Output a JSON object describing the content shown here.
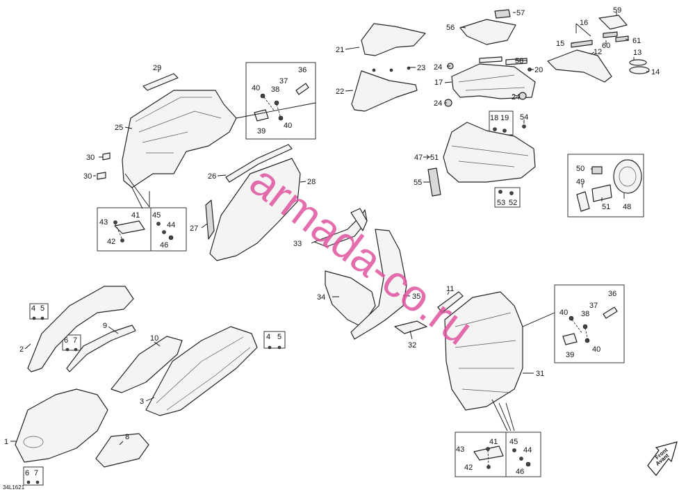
{
  "diagram": {
    "drawing_code": "34L1621",
    "watermark": "armada-co.ru",
    "front_badge": {
      "line1": "Front",
      "line2": "Avant"
    }
  },
  "callouts": [
    {
      "id": "c1",
      "text": "1"
    },
    {
      "id": "c2",
      "text": "2"
    },
    {
      "id": "c3",
      "text": "3"
    },
    {
      "id": "c4a",
      "text": "4"
    },
    {
      "id": "c5a",
      "text": "5"
    },
    {
      "id": "c6a",
      "text": "6"
    },
    {
      "id": "c7a",
      "text": "7"
    },
    {
      "id": "c4b",
      "text": "4"
    },
    {
      "id": "c5b",
      "text": "5"
    },
    {
      "id": "c6b",
      "text": "6"
    },
    {
      "id": "c7b",
      "text": "7"
    },
    {
      "id": "c8",
      "text": "8"
    },
    {
      "id": "c9",
      "text": "9"
    },
    {
      "id": "c10",
      "text": "10"
    },
    {
      "id": "c11",
      "text": "11"
    },
    {
      "id": "c12",
      "text": "12"
    },
    {
      "id": "c13",
      "text": "13"
    },
    {
      "id": "c14",
      "text": "14"
    },
    {
      "id": "c15",
      "text": "15"
    },
    {
      "id": "c16",
      "text": "16"
    },
    {
      "id": "c17",
      "text": "17"
    },
    {
      "id": "c18",
      "text": "18"
    },
    {
      "id": "c19",
      "text": "19"
    },
    {
      "id": "c20",
      "text": "20"
    },
    {
      "id": "c21",
      "text": "21"
    },
    {
      "id": "c22",
      "text": "22"
    },
    {
      "id": "c23",
      "text": "23"
    },
    {
      "id": "c24a",
      "text": "24"
    },
    {
      "id": "c24b",
      "text": "24"
    },
    {
      "id": "c24c",
      "text": "24"
    },
    {
      "id": "c25",
      "text": "25"
    },
    {
      "id": "c26",
      "text": "26"
    },
    {
      "id": "c27",
      "text": "27"
    },
    {
      "id": "c28",
      "text": "28"
    },
    {
      "id": "c29",
      "text": "29"
    },
    {
      "id": "c30a",
      "text": "30"
    },
    {
      "id": "c30b",
      "text": "30"
    },
    {
      "id": "c31",
      "text": "31"
    },
    {
      "id": "c32",
      "text": "32"
    },
    {
      "id": "c33",
      "text": "33"
    },
    {
      "id": "c34",
      "text": "34"
    },
    {
      "id": "c35",
      "text": "35"
    },
    {
      "id": "c36a",
      "text": "36"
    },
    {
      "id": "c37a",
      "text": "37"
    },
    {
      "id": "c38a",
      "text": "38"
    },
    {
      "id": "c39a",
      "text": "39"
    },
    {
      "id": "c40a",
      "text": "40"
    },
    {
      "id": "c40b",
      "text": "40"
    },
    {
      "id": "c36b",
      "text": "36"
    },
    {
      "id": "c37b",
      "text": "37"
    },
    {
      "id": "c38b",
      "text": "38"
    },
    {
      "id": "c39b",
      "text": "39"
    },
    {
      "id": "c40c",
      "text": "40"
    },
    {
      "id": "c40d",
      "text": "40"
    },
    {
      "id": "c41a",
      "text": "41"
    },
    {
      "id": "c42a",
      "text": "42"
    },
    {
      "id": "c43a",
      "text": "43"
    },
    {
      "id": "c44a",
      "text": "44"
    },
    {
      "id": "c45a",
      "text": "45"
    },
    {
      "id": "c46a",
      "text": "46"
    },
    {
      "id": "c41b",
      "text": "41"
    },
    {
      "id": "c42b",
      "text": "42"
    },
    {
      "id": "c43b",
      "text": "43"
    },
    {
      "id": "c44b",
      "text": "44"
    },
    {
      "id": "c45b",
      "text": "45"
    },
    {
      "id": "c46b",
      "text": "46"
    },
    {
      "id": "c47",
      "text": "47"
    },
    {
      "id": "c48",
      "text": "48"
    },
    {
      "id": "c49",
      "text": "49"
    },
    {
      "id": "c50",
      "text": "50"
    },
    {
      "id": "c51a",
      "text": "51"
    },
    {
      "id": "c51b",
      "text": "51"
    },
    {
      "id": "c52",
      "text": "52"
    },
    {
      "id": "c53",
      "text": "53"
    },
    {
      "id": "c54",
      "text": "54"
    },
    {
      "id": "c55",
      "text": "55"
    },
    {
      "id": "c56",
      "text": "56"
    },
    {
      "id": "c57",
      "text": "57"
    },
    {
      "id": "c58",
      "text": "58"
    },
    {
      "id": "c59",
      "text": "59"
    },
    {
      "id": "c60",
      "text": "60"
    },
    {
      "id": "c61",
      "text": "61"
    }
  ]
}
